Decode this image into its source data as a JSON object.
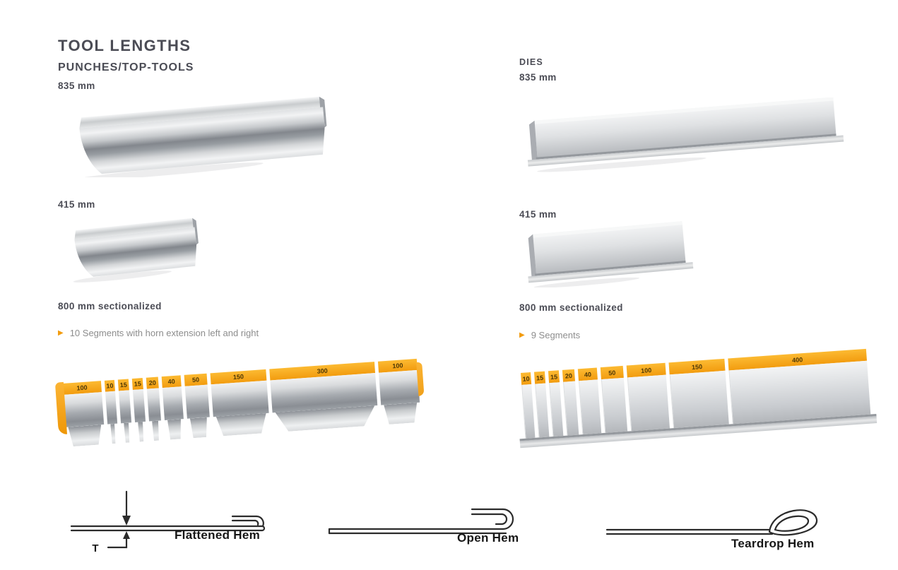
{
  "page": {
    "title": "TOOL LENGTHS"
  },
  "icons": {
    "bullet": "▶"
  },
  "colors": {
    "accent_orange": "#F29C0F",
    "heading_text": "#4B4C55",
    "note_text": "#8D8D8D"
  },
  "punches": {
    "heading": "PUNCHES/TOP-TOOLS",
    "len835": "835 mm",
    "len415": "415 mm",
    "sectional": "800 mm sectionalized",
    "note": "10 Segments with horn extension left and right",
    "segments": [
      "100",
      "10",
      "15",
      "15",
      "20",
      "40",
      "50",
      "150",
      "300",
      "100"
    ]
  },
  "dies": {
    "heading": "DIES",
    "len835": "835 mm",
    "len415": "415 mm",
    "sectional": "800 mm sectionalized",
    "note": "9 Segments",
    "segments": [
      "10",
      "15",
      "15",
      "20",
      "40",
      "50",
      "100",
      "150",
      "400"
    ]
  },
  "hems": {
    "thickness_label": "T",
    "flattened_label": "Flattened Hem",
    "open_label": "Open Hem",
    "teardrop_label": "Teardrop Hem"
  }
}
